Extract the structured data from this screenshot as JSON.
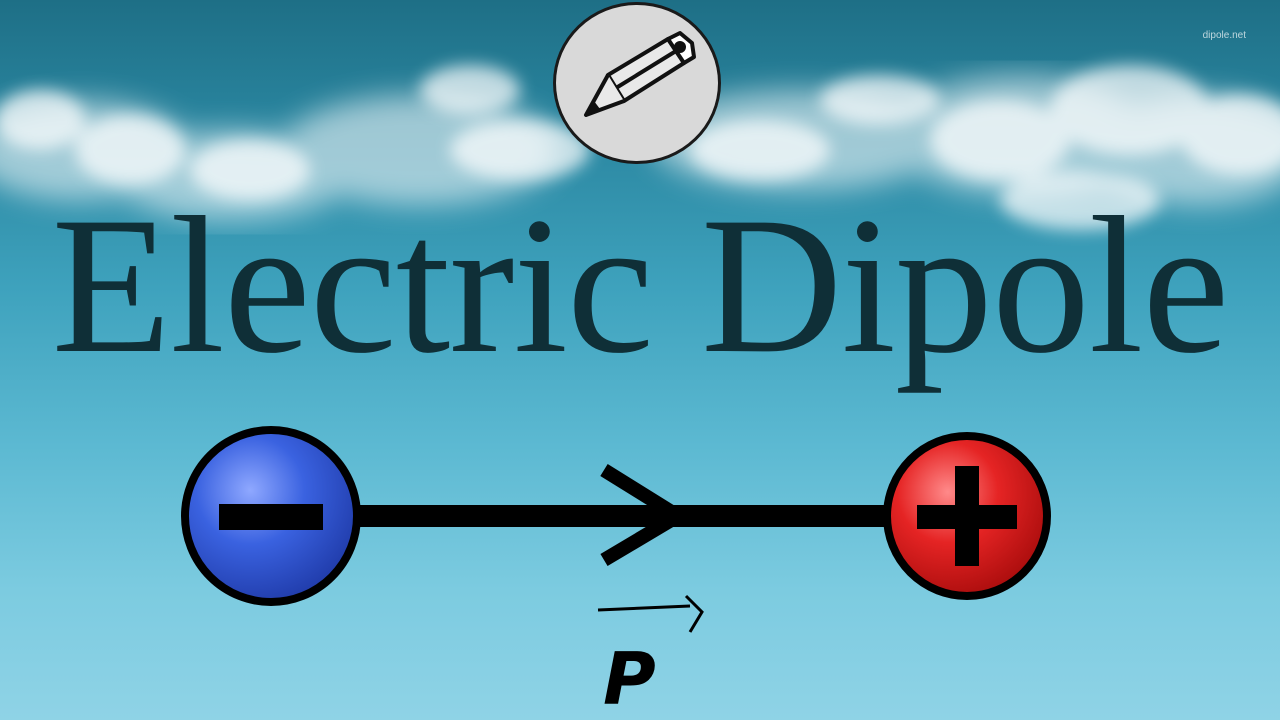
{
  "title": "Electric Dipole",
  "watermark": "dipole.net",
  "logo": {
    "icon": "pencil-icon"
  },
  "dipole": {
    "negative_charge": {
      "sign": "−",
      "color": "#2f56d6"
    },
    "positive_charge": {
      "sign": "+",
      "color": "#e01e1e"
    },
    "moment_label": "P",
    "direction": "negative-to-positive"
  },
  "colors": {
    "sky_top": "#1e6f86",
    "sky_bottom": "#8fd3e6",
    "title_text": "#0f2f37",
    "line": "#000000"
  }
}
